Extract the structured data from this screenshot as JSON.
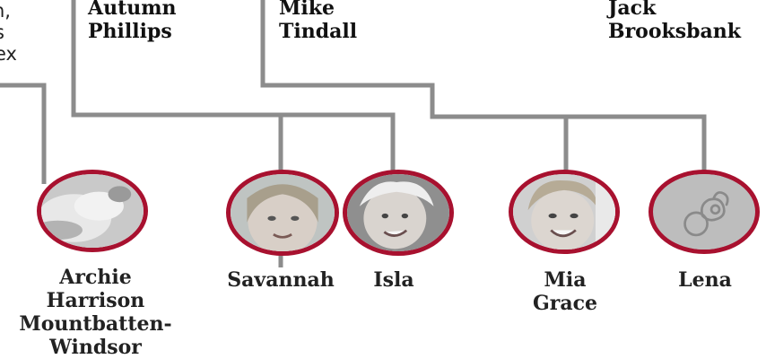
{
  "parents": {
    "partial_lines": [
      "n,",
      "s",
      "ex"
    ],
    "autumn": [
      "Autumn",
      "Phillips"
    ],
    "mike": [
      "Mike",
      "Tindall"
    ],
    "jack": [
      "Jack",
      "Brooksbank"
    ]
  },
  "children": {
    "archie": [
      "Archie",
      "Harrison",
      "Mountbatten-",
      "Windsor"
    ],
    "savannah": [
      "Savannah"
    ],
    "isla": [
      "Isla"
    ],
    "mia": [
      "Mia",
      "Grace"
    ],
    "lena": [
      "Lena"
    ]
  },
  "colors": {
    "accent": "#a8112f",
    "line": "#888888",
    "placeholder_fill": "#bdbdbd"
  },
  "icons": {
    "lena": "pacifier-icon"
  }
}
